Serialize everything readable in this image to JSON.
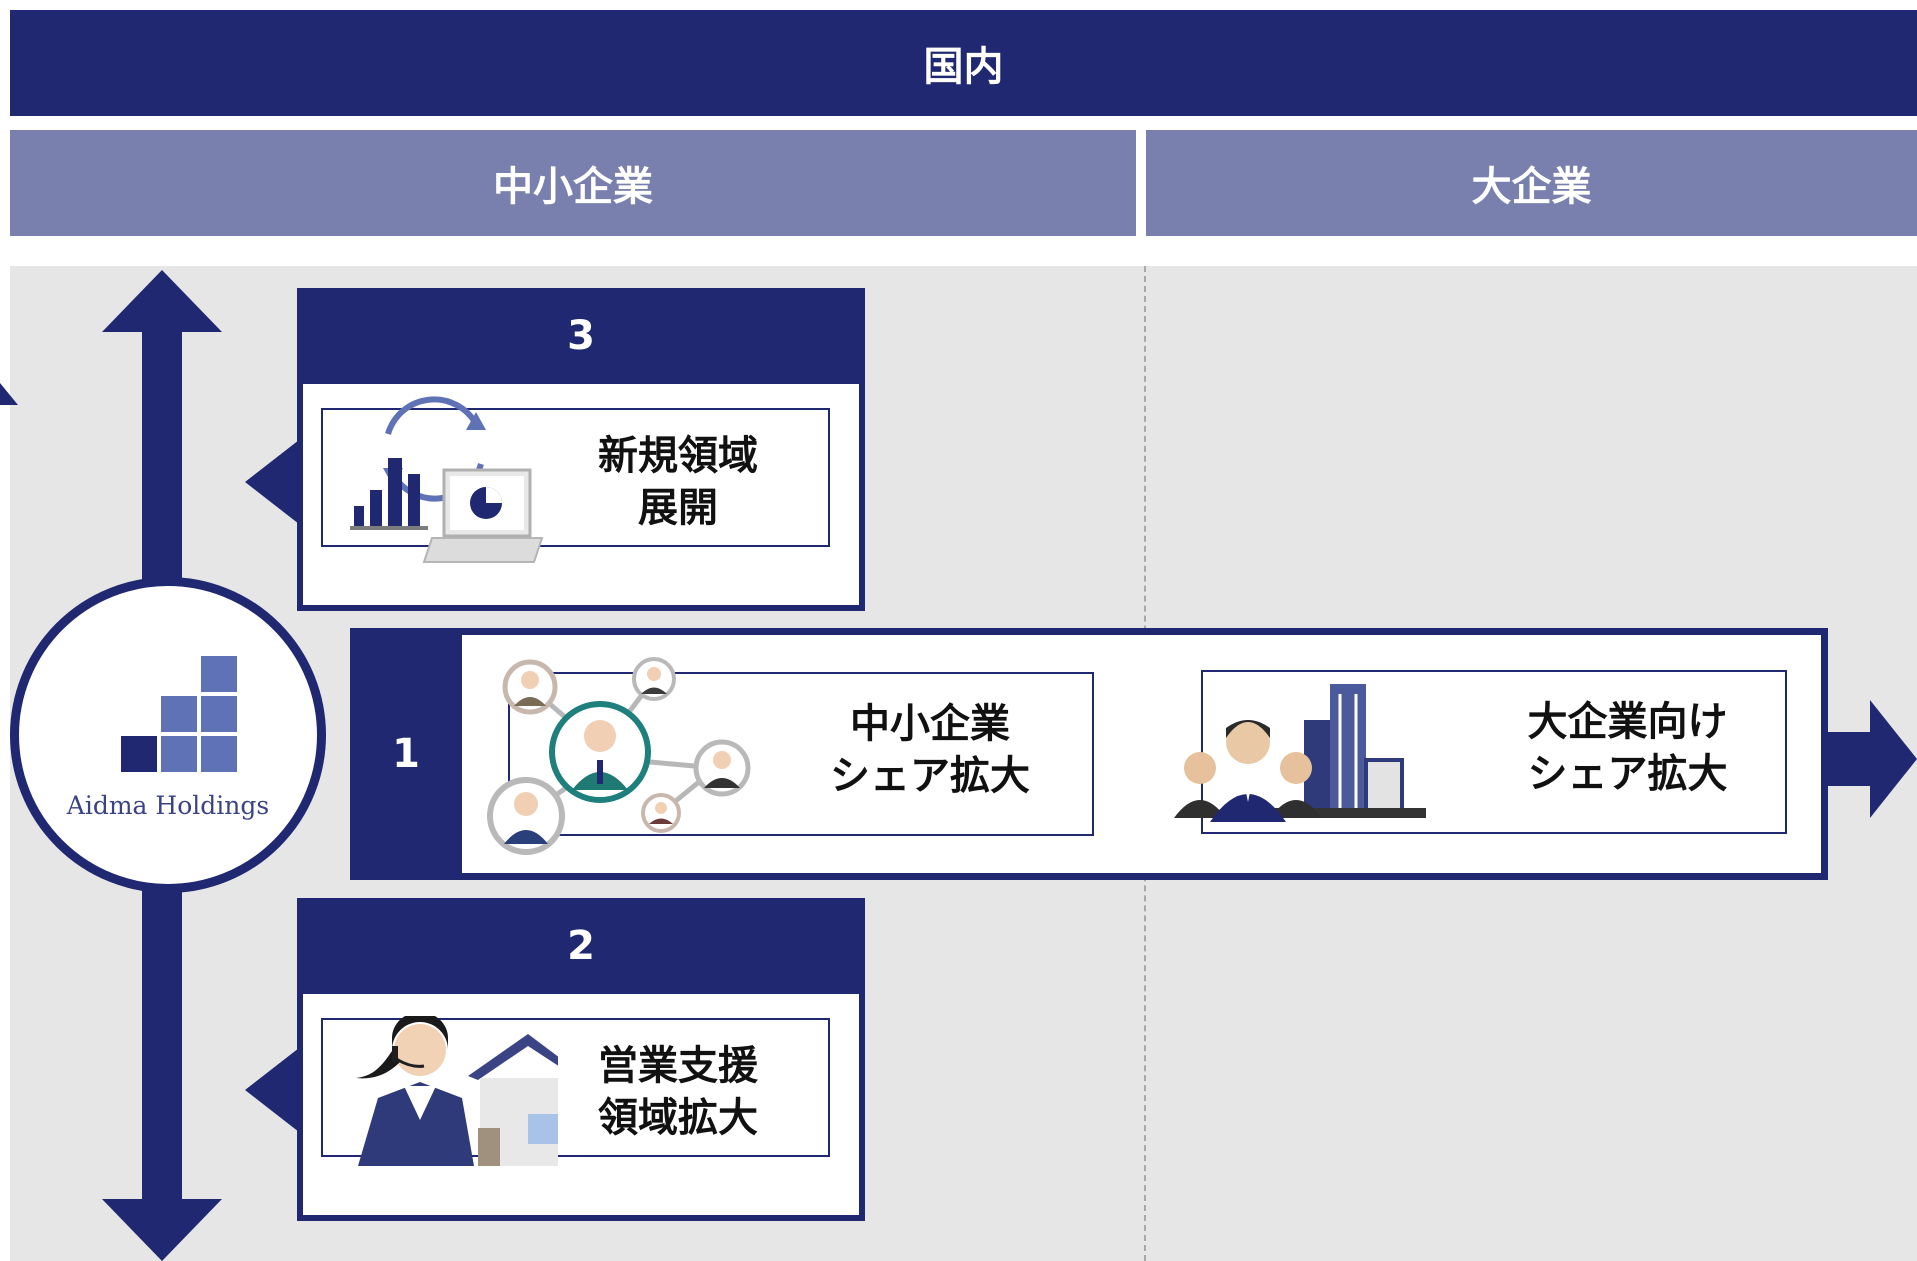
{
  "header": {
    "domestic": "国内",
    "sme": "中小企業",
    "large": "大企業"
  },
  "logo": {
    "name": "Aidma Holdings"
  },
  "cards": {
    "card3": {
      "number": "3",
      "line1": "新規領域",
      "line2": "展開"
    },
    "card1": {
      "number": "1",
      "sme_line1": "中小企業",
      "sme_line2": "シェア拡大",
      "large_line1": "大企業向け",
      "large_line2": "シェア拡大"
    },
    "card2": {
      "number": "2",
      "line1": "営業支援",
      "line2": "領域拡大"
    }
  },
  "colors": {
    "navy": "#1f2870",
    "lavender": "#7a80ad",
    "gray": "#e6e6e6",
    "blue_icon": "#5f72b5"
  }
}
